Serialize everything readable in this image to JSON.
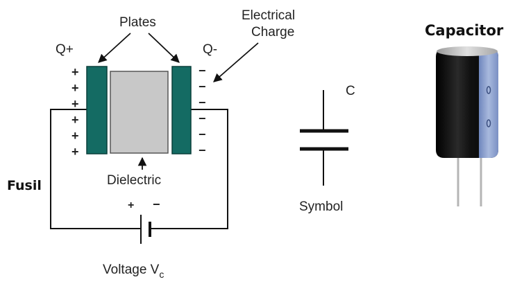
{
  "diagram": {
    "labels": {
      "plates": "Plates",
      "electrical_charge_line1": "Electrical",
      "electrical_charge_line2": "Charge",
      "q_plus": "Q+",
      "q_minus": "Q-",
      "dielectric": "Dielectric",
      "fusil": "Fusil",
      "voltage": "Voltage V",
      "voltage_sub": "c",
      "battery_plus": "+",
      "battery_minus": "−",
      "symbol_letter": "C",
      "symbol": "Symbol",
      "capacitor": "Capacitor"
    },
    "charges": {
      "positive_sign": "+",
      "negative_sign": "−",
      "positive_count": 6,
      "negative_count": 6
    },
    "colors": {
      "plate": "#146b63",
      "dielectric": "#c8c8c8",
      "capacitor_body": "#1a1a1a",
      "capacitor_stripe": "#8fa3cf"
    }
  }
}
